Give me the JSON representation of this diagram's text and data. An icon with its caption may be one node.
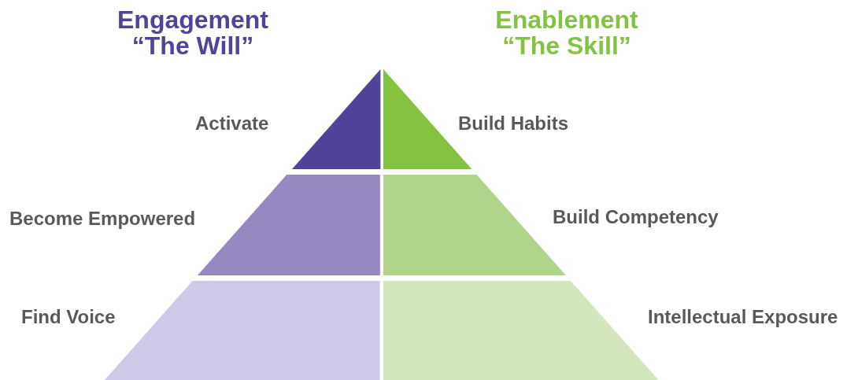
{
  "diagram": {
    "nodes": [
      {
        "text": [],
        "shape": "triangle",
        "beside": [
          "Activate"
        ]
      },
      {
        "text": [],
        "shape": "triangle",
        "beside": [
          "Build Habits"
        ]
      },
      {
        "text": [],
        "shape": "trapezoid",
        "beside": [
          "Become Empowered"
        ]
      },
      {
        "text": [],
        "shape": "trapezoid",
        "beside": [
          "Build Competency"
        ]
      },
      {
        "text": [],
        "shape": "trapezoid",
        "beside": [
          "Find Voice"
        ]
      },
      {
        "text": [],
        "shape": "trapezoid",
        "beside": [
          "Intellectual Exposure"
        ]
      }
    ],
    "edges": [],
    "labels": [
      "Engagement “The Will”",
      "Enablement “The Skill”"
    ]
  }
}
